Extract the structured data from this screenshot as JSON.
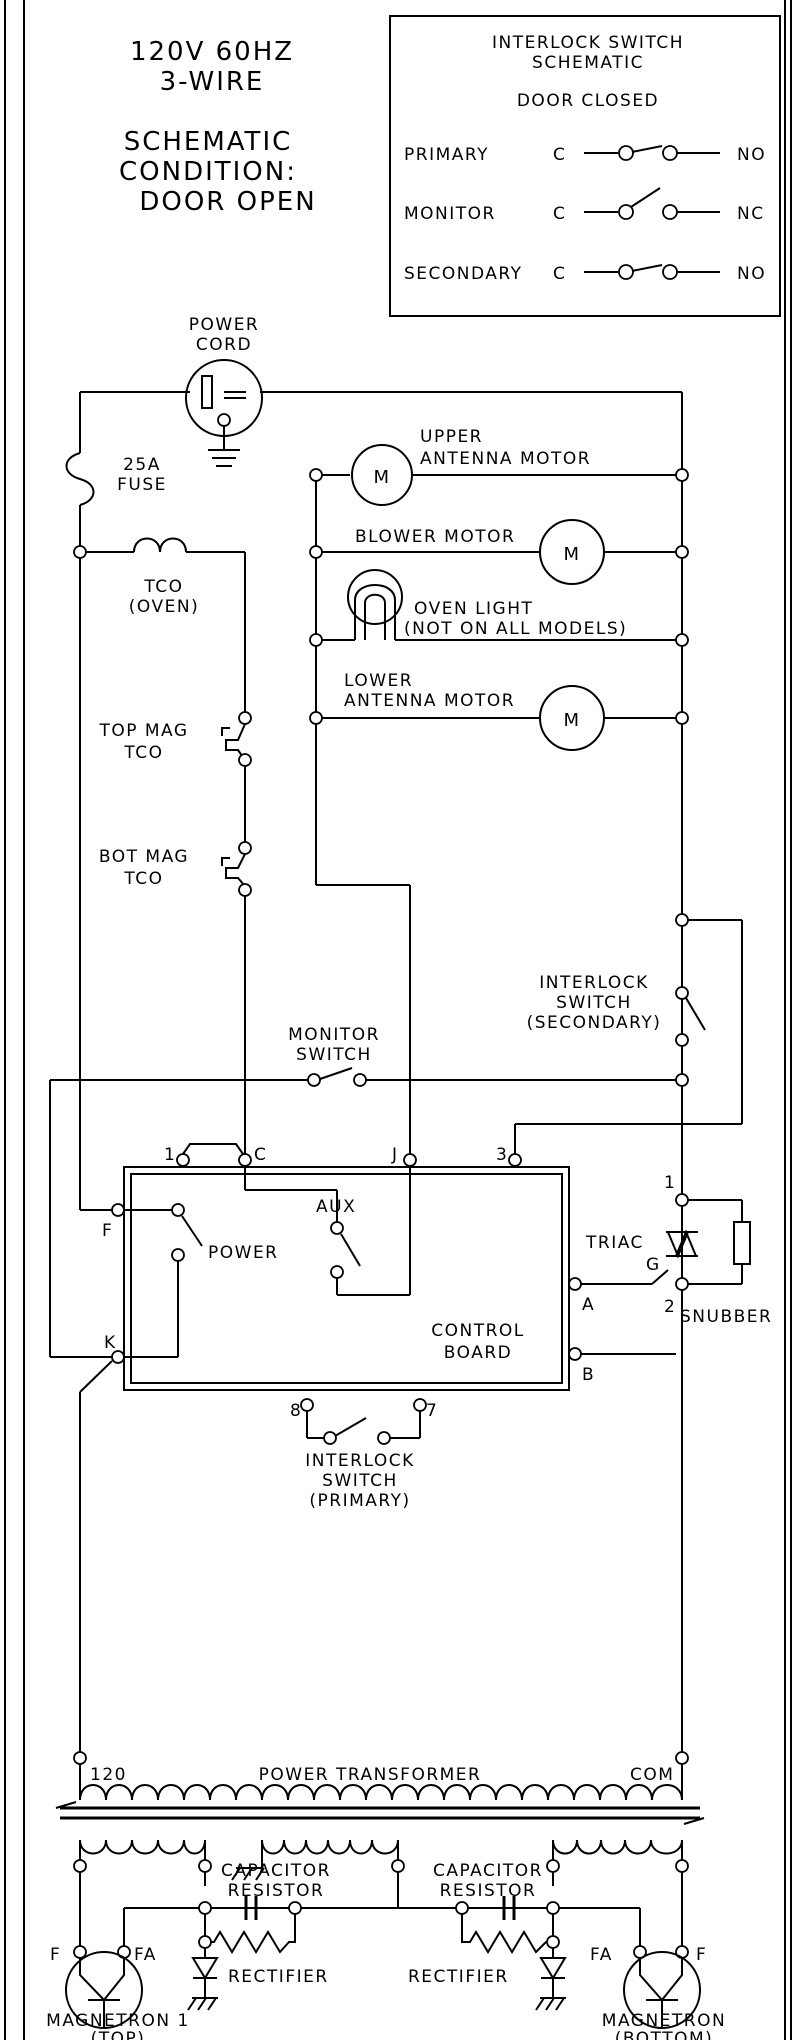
{
  "header": {
    "supply_line1": "120V 60HZ",
    "supply_line2": "3-WIRE",
    "condition_line1": "SCHEMATIC",
    "condition_line2": "CONDITION:",
    "condition_line3": "DOOR OPEN"
  },
  "legend": {
    "title_line1": "INTERLOCK SWITCH",
    "title_line2": "SCHEMATIC",
    "state": "DOOR CLOSED",
    "rows": [
      {
        "name": "PRIMARY",
        "common": "C",
        "contact": "NO"
      },
      {
        "name": "MONITOR",
        "common": "C",
        "contact": "NC"
      },
      {
        "name": "SECONDARY",
        "common": "C",
        "contact": "NO"
      }
    ]
  },
  "components": {
    "power_cord_line1": "POWER",
    "power_cord_line2": "CORD",
    "fuse_line1": "25A",
    "fuse_line2": "FUSE",
    "tco_oven_line1": "TCO",
    "tco_oven_line2": "(OVEN)",
    "top_mag_tco_line1": "TOP MAG",
    "top_mag_tco_line2": "TCO",
    "bot_mag_tco_line1": "BOT MAG",
    "bot_mag_tco_line2": "TCO",
    "upper_antenna_line1": "UPPER",
    "upper_antenna_line2": "ANTENNA MOTOR",
    "blower_motor": "BLOWER MOTOR",
    "oven_light_line1": "OVEN LIGHT",
    "oven_light_line2": "(NOT ON ALL MODELS)",
    "lower_antenna_line1": "LOWER",
    "lower_antenna_line2": "ANTENNA MOTOR",
    "motor_symbol": "M",
    "interlock_secondary_line1": "INTERLOCK",
    "interlock_secondary_line2": "SWITCH",
    "interlock_secondary_line3": "(SECONDARY)",
    "monitor_switch_line1": "MONITOR",
    "monitor_switch_line2": "SWITCH",
    "triac": "TRIAC",
    "snubber": "SNUBBER",
    "control_board_line1": "CONTROL",
    "control_board_line2": "BOARD",
    "power_relay": "POWER",
    "aux_relay": "AUX",
    "interlock_primary_line1": "INTERLOCK",
    "interlock_primary_line2": "SWITCH",
    "interlock_primary_line3": "(PRIMARY)",
    "power_transformer": "POWER TRANSFORMER",
    "tap_120": "120",
    "tap_com": "COM",
    "capacitor_resistor_line1": "CAPACITOR",
    "capacitor_resistor_line2": "RESISTOR",
    "rectifier": "RECTIFIER",
    "magnetron_top_line1": "MAGNETRON 1",
    "magnetron_top_line2": "(TOP)",
    "magnetron_bottom_line1": "MAGNETRON",
    "magnetron_bottom_line2": "(BOTTOM)",
    "filament_f": "F",
    "filament_fa": "FA"
  },
  "terminals": {
    "t1": "1",
    "tc": "C",
    "tj": "J",
    "t3": "3",
    "tf": "F",
    "tk": "K",
    "ta": "A",
    "tb": "B",
    "tg": "G",
    "t2": "2",
    "t8": "8",
    "t7": "7"
  }
}
